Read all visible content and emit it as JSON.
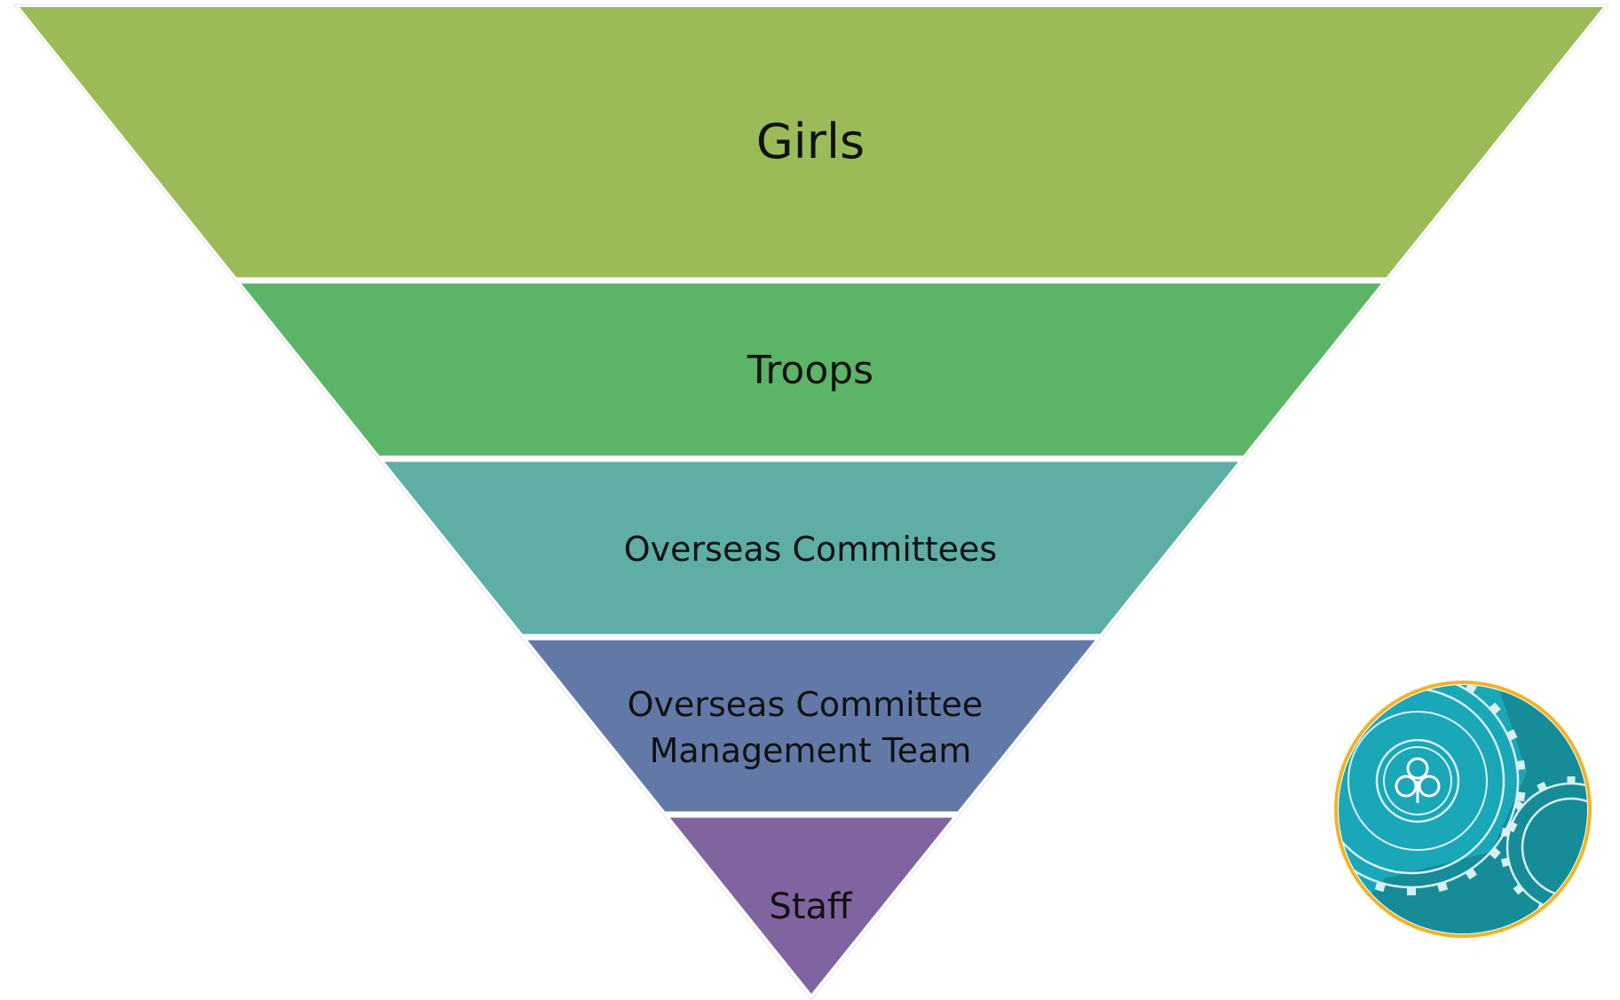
{
  "tiers": [
    {
      "label_lines": [
        "Girls"
      ],
      "color": "#9bbb59"
    },
    {
      "label_lines": [
        "Troops"
      ],
      "color": "#5cb566"
    },
    {
      "label_lines": [
        "Overseas Committees"
      ],
      "color": "#5eaea6"
    },
    {
      "label_lines": [
        "Overseas Committee",
        "Management Team"
      ],
      "color": "#6279a8"
    },
    {
      "label_lines": [
        "Staff"
      ],
      "color": "#8064a0"
    }
  ],
  "logo": {
    "icon": "wagggs-trefoil-gears-emblem",
    "colors": {
      "ring": "#f0b429",
      "fill": "#1aa7b8",
      "shade": "#168c98"
    }
  }
}
